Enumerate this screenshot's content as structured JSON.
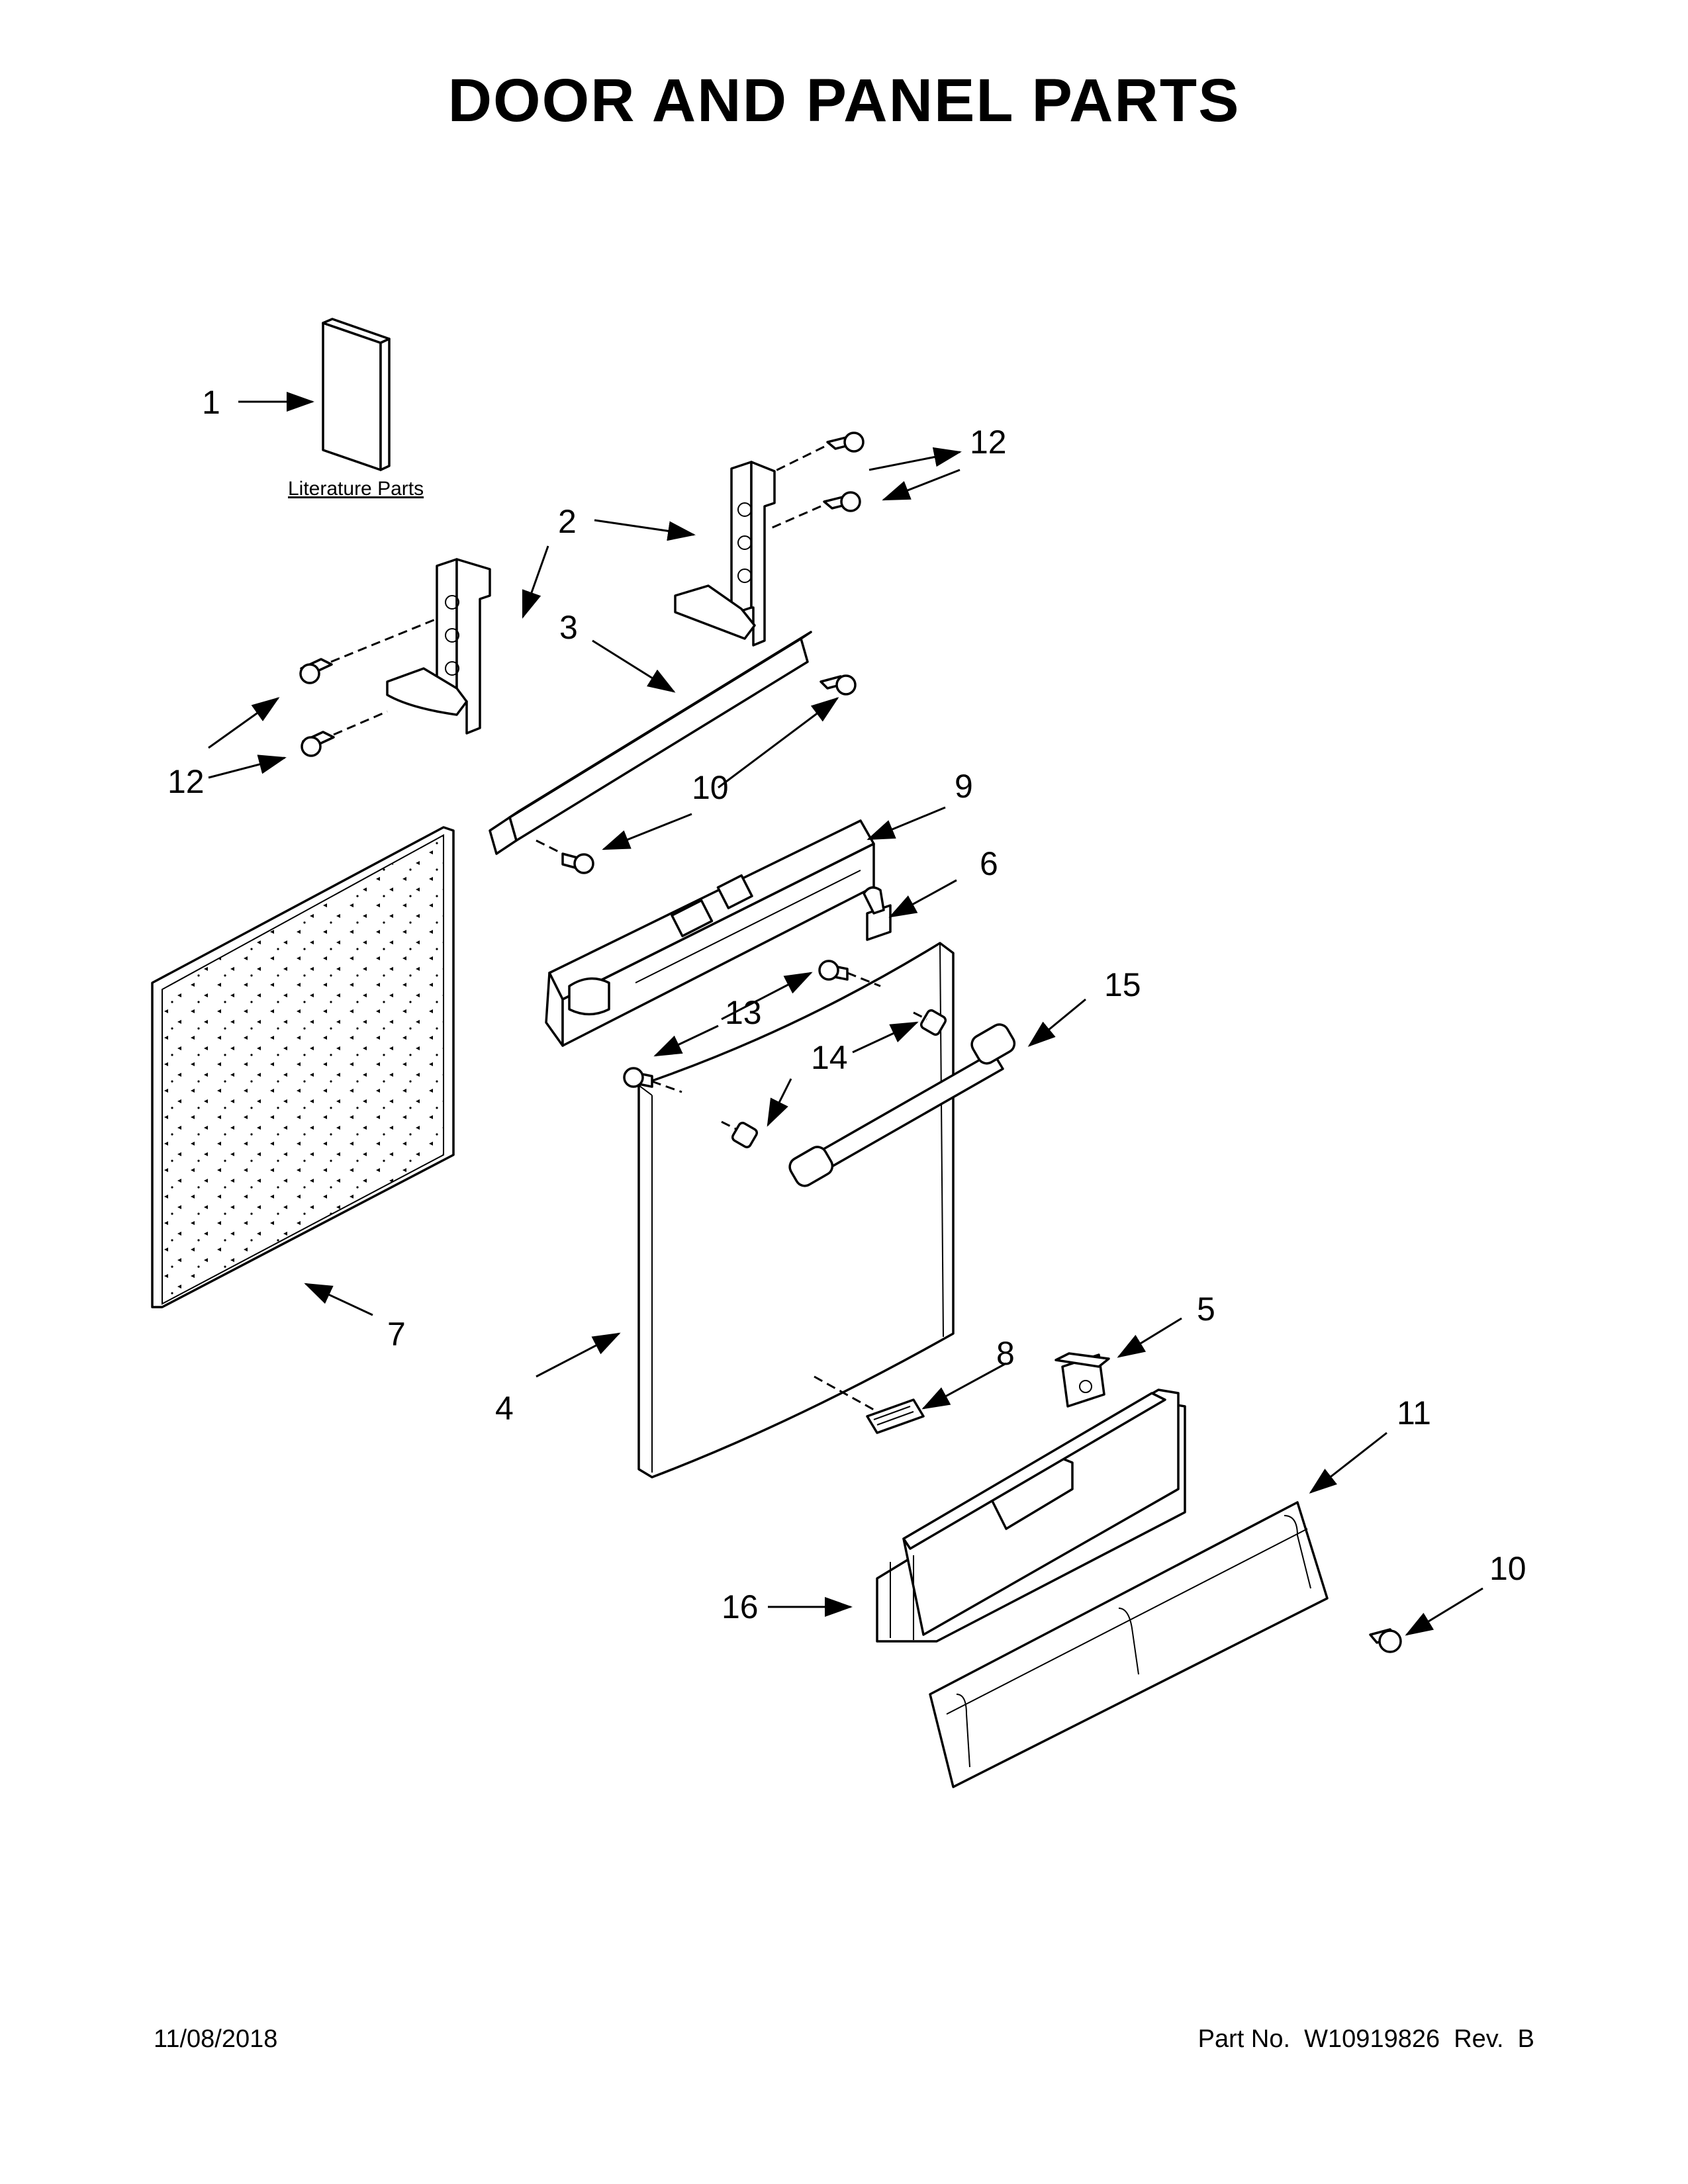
{
  "page": {
    "title": "DOOR AND PANEL PARTS",
    "date": "11/08/2018",
    "part_number": "Part No.  W10919826  Rev.  B"
  },
  "literature": {
    "label": "Literature Parts"
  },
  "callouts": [
    "1",
    "2",
    "3",
    "4",
    "5",
    "6",
    "7",
    "8",
    "9",
    "10",
    "10",
    "11",
    "12",
    "12",
    "13",
    "14",
    "15",
    "16"
  ]
}
